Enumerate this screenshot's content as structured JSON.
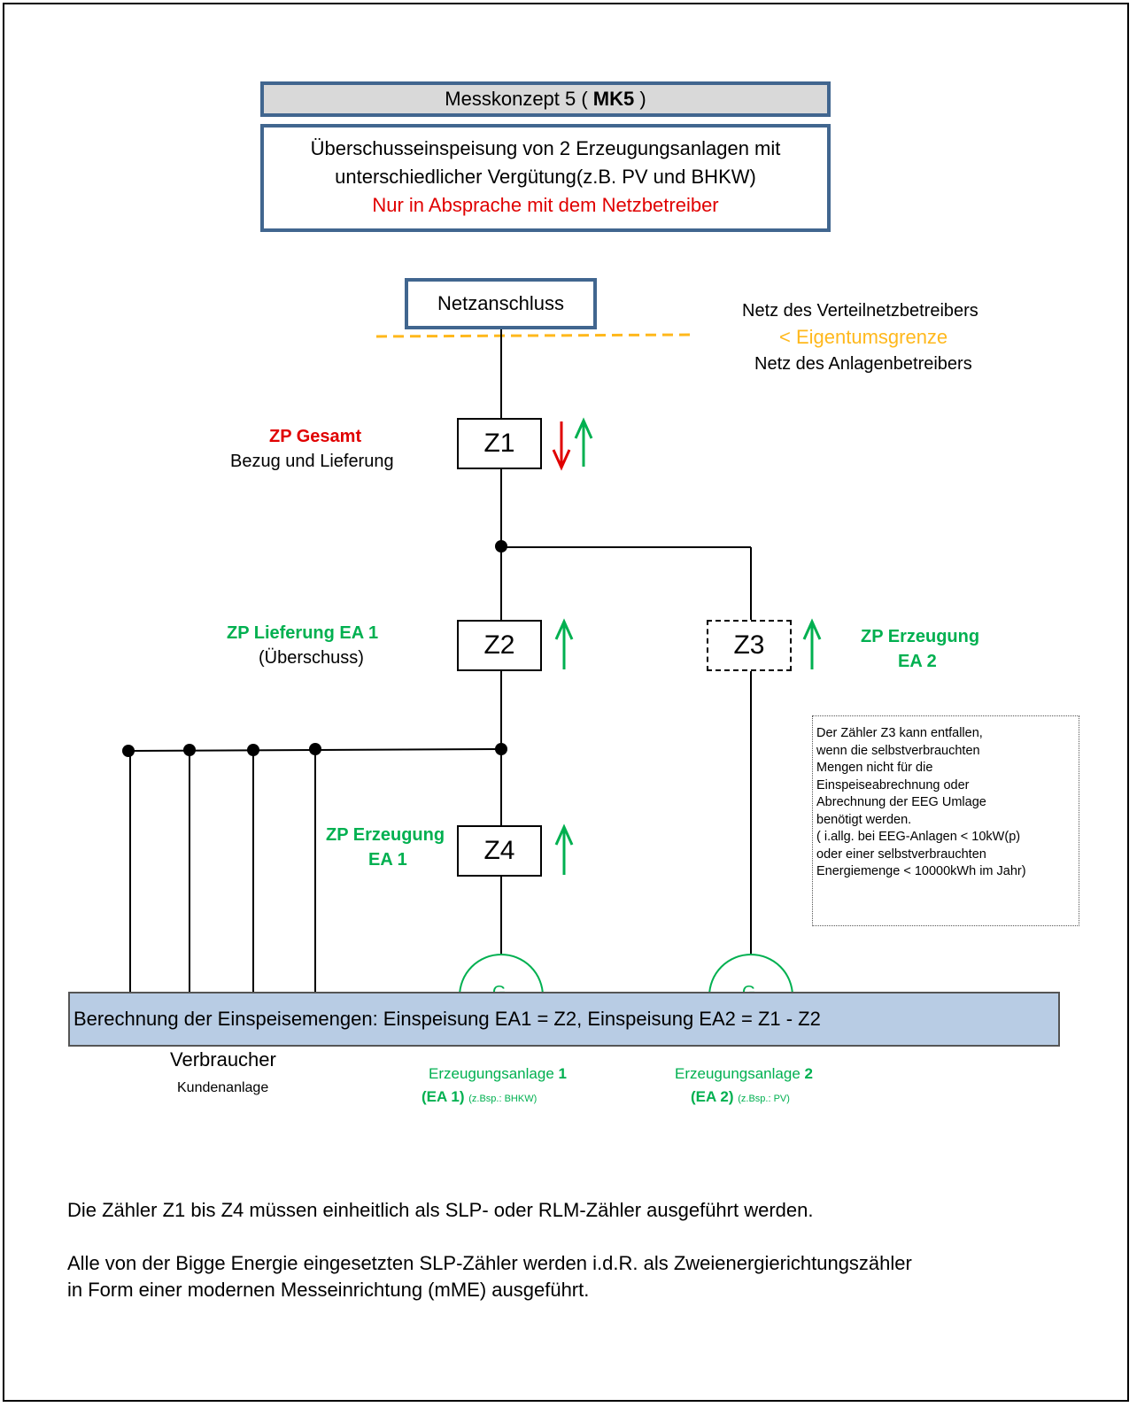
{
  "title": {
    "prefix": "Messkonzept 5 ( ",
    "code": "MK5",
    "suffix": " )"
  },
  "description": {
    "line1": "Überschusseinspeisung von 2 Erzeugungsanlagen mit",
    "line2": "unterschiedlicher Vergütung(z.B. PV und BHKW)",
    "warning": "Nur in Absprache mit dem Netzbetreiber"
  },
  "netzanschluss": "Netzanschluss",
  "boundary": {
    "top": "Netz des Verteilnetzbetreibers",
    "marker": "<  Eigentumsgrenze",
    "bottom": "Netz des Anlagenbetreibers"
  },
  "meters": {
    "z1": "Z1",
    "z2": "Z2",
    "z3": "Z3",
    "z4": "Z4"
  },
  "labels": {
    "z1_title": "ZP Gesamt",
    "z1_sub": "Bezug und Lieferung",
    "z2_title": "ZP Lieferung  EA 1",
    "z2_sub": "(Überschuss)",
    "z3_title_1": "ZP Erzeugung",
    "z3_title_2": "EA 2",
    "z4_title_1": "ZP Erzeugung",
    "z4_title_2": "EA 1"
  },
  "note": {
    "lines": [
      "Der Zähler Z3 kann entfallen,",
      "wenn die selbstverbrauchten",
      "Mengen nicht für die",
      "Einspeiseabrechnung oder",
      "Abrechnung der EEG Umlage",
      "benötigt werden.",
      "( i.allg. bei EEG-Anlagen < 10kW(p)",
      "oder einer selbstverbrauchten",
      "Energiemenge < 10000kWh im Jahr)"
    ]
  },
  "generator_symbol": "G",
  "generator_tilde": "~",
  "consumers": {
    "title": "Verbraucher",
    "sub": "Kundenanlage"
  },
  "ea1": {
    "name": "Erzeugungsanlage ",
    "num": "1",
    "code": "(EA 1)",
    "example": "(z.Bsp.: BHKW)"
  },
  "ea2": {
    "name": "Erzeugungsanlage ",
    "num": "2",
    "code": "(EA 2)",
    "example": "(z.Bsp.: PV)"
  },
  "footer": {
    "line1": "Die Zähler Z1 bis Z4 müssen einheitlich als SLP- oder RLM-Zähler ausgeführt werden.",
    "line2": "Alle von der Bigge Energie eingesetzten SLP-Zähler werden i.d.R. als Zweienergierichtungszähler",
    "line3": "in Form einer modernen Messeinrichtung (mME) ausgeführt.",
    "calc": "Berechnung der Einspeisemengen: Einspeisung EA1 = Z2, Einspeisung EA2 = Z1 - Z2"
  },
  "colors": {
    "frame_blue": "#41668f",
    "red": "#e00000",
    "green": "#00b050",
    "orange": "#ffb81c",
    "calc_bg": "#b8cce4"
  }
}
